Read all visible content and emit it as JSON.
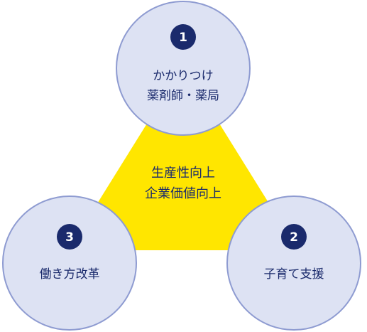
{
  "colors": {
    "triangle_fill": "#FFE600",
    "circle_fill": "#DDE2F3",
    "circle_stroke": "#8E9BD1",
    "badge_fill": "#1A2A6C",
    "text": "#1A2A6C"
  },
  "center": {
    "line1": "生産性向上",
    "line2": "企業価値向上"
  },
  "nodes": [
    {
      "number": "1",
      "line1": "かかりつけ",
      "line2": "薬剤師・薬局"
    },
    {
      "number": "2",
      "line1": "子育て支援",
      "line2": ""
    },
    {
      "number": "3",
      "line1": "働き方改革",
      "line2": ""
    }
  ]
}
